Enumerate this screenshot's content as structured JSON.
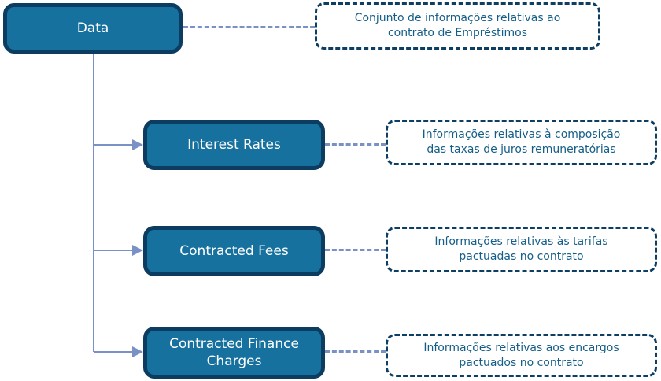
{
  "diagram_type": "hierarchy-with-callouts",
  "colors": {
    "node_fill": "#17719F",
    "node_border": "#0C3C5F",
    "node_text": "#FFFFFF",
    "callout_border": "#0D3E63",
    "callout_text": "#155E88",
    "connector": "#7A91C6",
    "background": "#FFFFFF"
  },
  "root": {
    "label": "Data",
    "note_line1": "Conjunto de informações relativas ao",
    "note_line2": "contrato de Empréstimos"
  },
  "children": [
    {
      "label": "Interest Rates",
      "note_line1": "Informações relativas à composição",
      "note_line2": "das taxas de juros remuneratórias"
    },
    {
      "label": "Contracted Fees",
      "note_line1": "Informações relativas às tarifas",
      "note_line2": "pactuadas no contrato"
    },
    {
      "label": "Contracted Finance Charges",
      "note_line1": "Informações relativas aos encargos",
      "note_line2": "pactuados no contrato"
    }
  ]
}
